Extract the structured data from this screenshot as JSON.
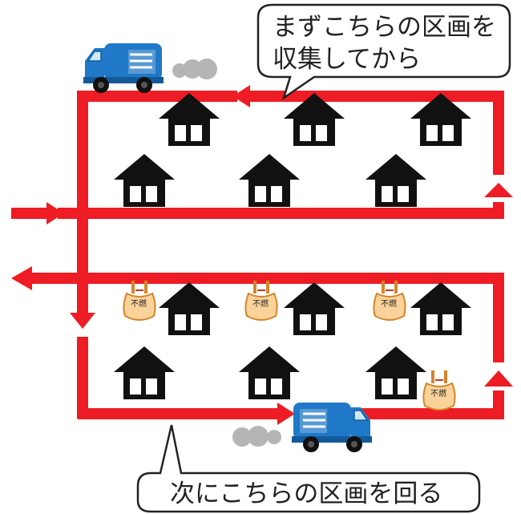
{
  "callouts": {
    "top": {
      "line1": "まずこちらの区画を",
      "line2": "収集してから"
    },
    "bottom": {
      "text": "次にこちらの区画を回る"
    }
  },
  "bag_label": "不燃",
  "colors": {
    "route": "#ee1c24",
    "house": "#111111",
    "truck_body": "#1f79c8",
    "truck_dark": "#145a9a",
    "exhaust": "#b5b5b5",
    "bag": "#fbd39a",
    "bag_outline": "#d4852a"
  },
  "icons": [
    "garbage-truck-icon",
    "house-icon",
    "garbage-bag-icon",
    "exhaust-cloud-icon",
    "arrow-icon"
  ]
}
